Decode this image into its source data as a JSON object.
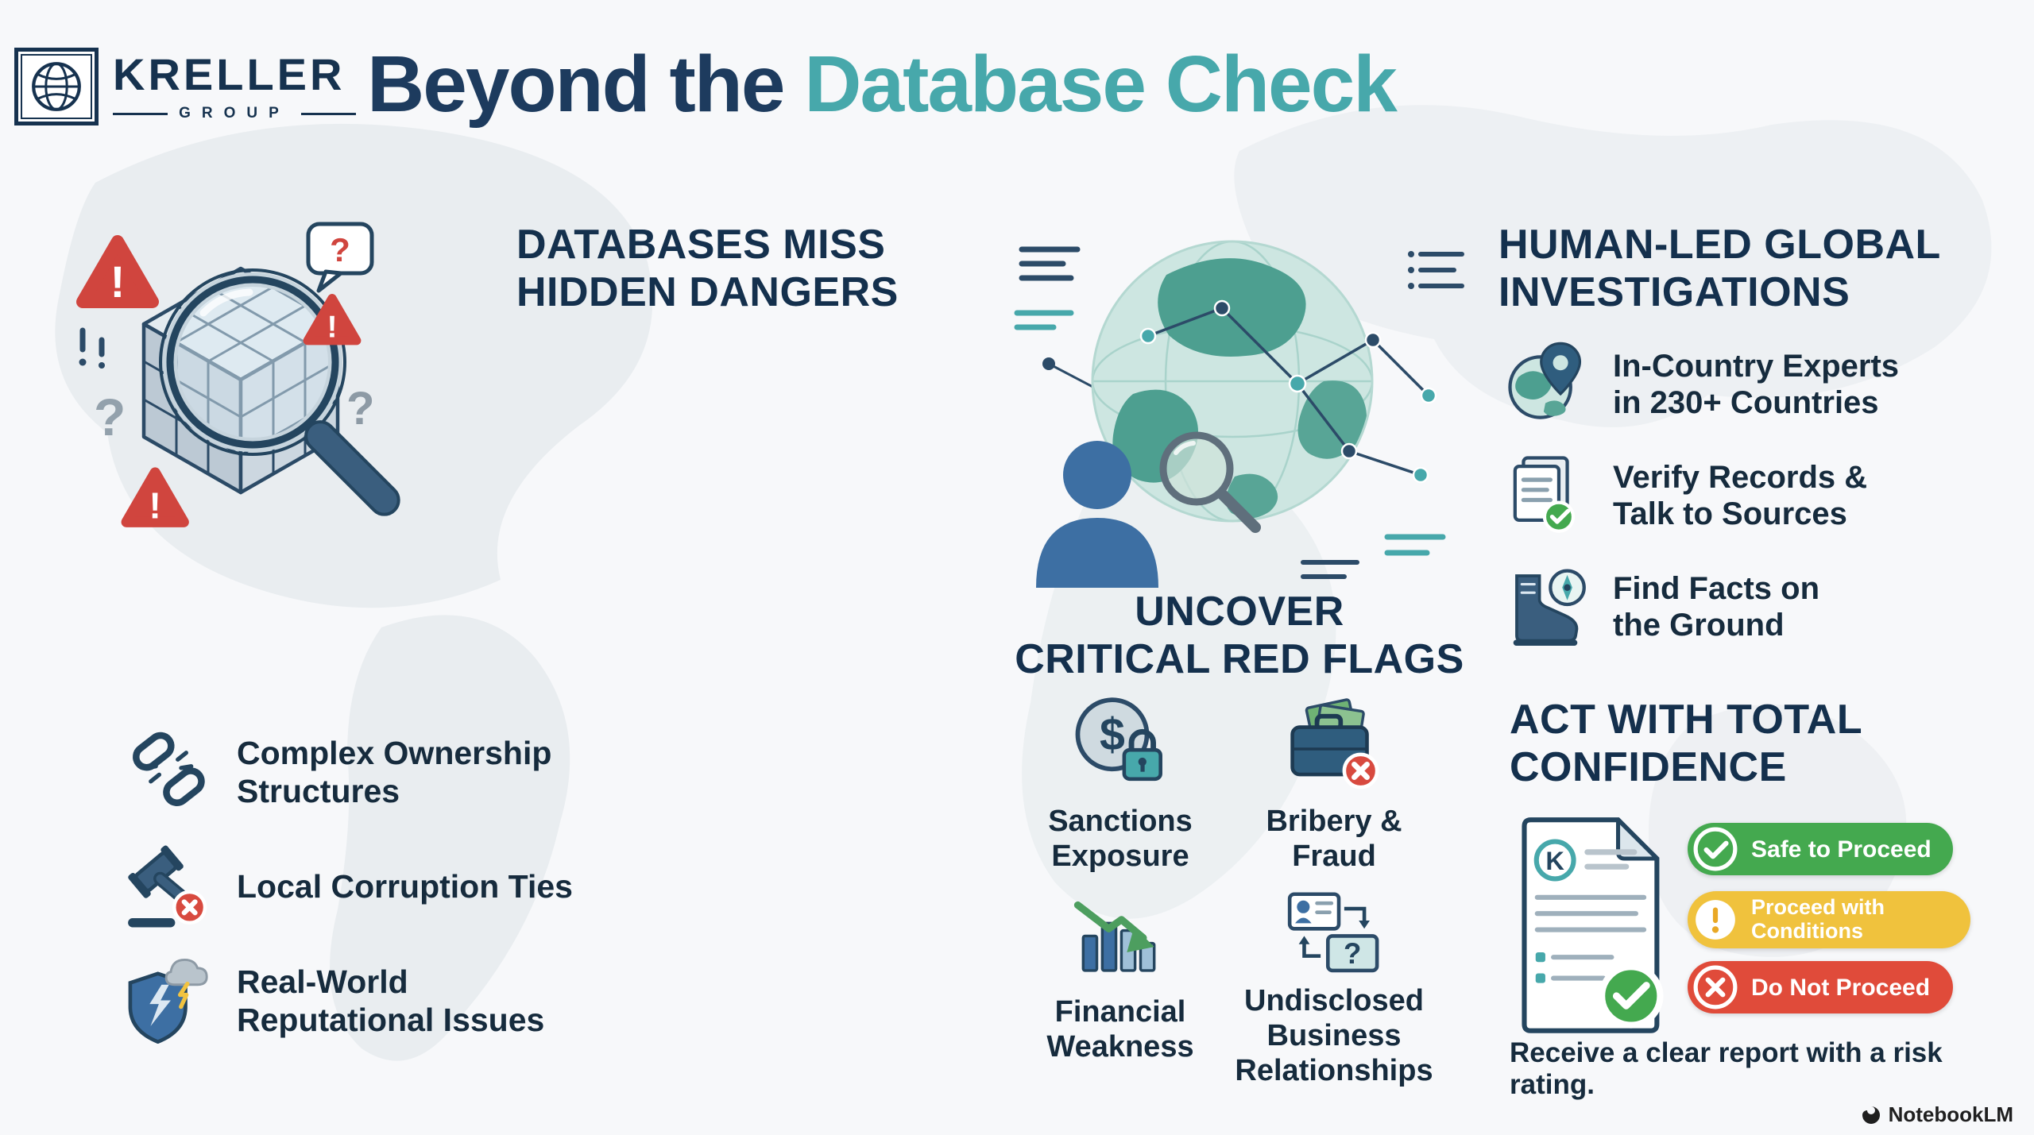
{
  "colors": {
    "navy": "#16324f",
    "teal": "#47a8ab",
    "red": "#d0453e",
    "green": "#44a94f",
    "yellow": "#f0c23d",
    "background": "#f7f8fa"
  },
  "glyphs": {
    "exclamation": "!",
    "question": "?",
    "dollar": "$",
    "k": "K"
  },
  "logo": {
    "name": "KRELLER",
    "subtitle": "GROUP"
  },
  "title": {
    "part1": "Beyond the ",
    "part2": "Database Check"
  },
  "left_column": {
    "heading_lines": [
      "DATABASES MISS",
      "HIDDEN DANGERS"
    ],
    "illustration": "magnifier-over-database-cubes-with-warning-triangles",
    "items": [
      {
        "icon": "broken-chain-icon",
        "lines": [
          "Complex Ownership",
          "Structures"
        ]
      },
      {
        "icon": "gavel-corruption-icon",
        "lines": [
          "Local Corruption Ties"
        ]
      },
      {
        "icon": "shield-storm-icon",
        "lines": [
          "Real-World",
          "Reputational Issues"
        ]
      }
    ]
  },
  "middle_column": {
    "illustration": "investigator-with-globe-network",
    "heading_lines": [
      "UNCOVER",
      "CRITICAL RED FLAGS"
    ],
    "flags": [
      {
        "icon": "sanctions-lock-icon",
        "lines": [
          "Sanctions",
          "Exposure"
        ]
      },
      {
        "icon": "bribery-briefcase-icon",
        "lines": [
          "Bribery &",
          "Fraud"
        ]
      },
      {
        "icon": "financial-decline-icon",
        "lines": [
          "Financial",
          "Weakness"
        ]
      },
      {
        "icon": "undisclosed-relationships-icon",
        "lines": [
          "Undisclosed",
          "Business",
          "Relationships"
        ]
      }
    ]
  },
  "right_column": {
    "heading_lines": [
      "HUMAN-LED GLOBAL",
      "INVESTIGATIONS"
    ],
    "items": [
      {
        "icon": "globe-pin-icon",
        "lines": [
          "In-Country Experts",
          "in 230+ Countries"
        ]
      },
      {
        "icon": "verify-records-icon",
        "lines": [
          "Verify Records &",
          "Talk to Sources"
        ]
      },
      {
        "icon": "boots-on-ground-icon",
        "lines": [
          "Find Facts on",
          "the Ground"
        ]
      }
    ],
    "confidence_heading_lines": [
      "ACT WITH TOTAL",
      "CONFIDENCE"
    ],
    "badges": [
      {
        "icon": "check-circle-icon",
        "lines": [
          "Safe to Proceed"
        ],
        "color": "#44a94f"
      },
      {
        "icon": "warning-circle-icon",
        "lines": [
          "Proceed with",
          "Conditions"
        ],
        "color": "#f0c23d"
      },
      {
        "icon": "x-circle-icon",
        "lines": [
          "Do Not Proceed"
        ],
        "color": "#e04b3a"
      }
    ],
    "caption": "Receive a clear report with a risk rating."
  },
  "watermark": "NotebookLM"
}
